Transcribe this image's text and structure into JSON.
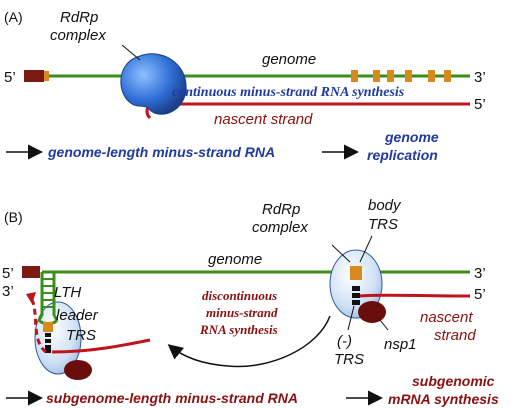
{
  "panel_a": {
    "label": "(A)",
    "rdrp": [
      "RdRp",
      "complex"
    ],
    "genome": "genome",
    "five_prime": "5’",
    "three_prime": "3’",
    "nascent_five_prime": "5’",
    "continuous": "continuous minus-strand RNA synthesis",
    "nascent": "nascent strand",
    "genome_length": "genome-length minus-strand RNA",
    "genome_replication": [
      "genome",
      "replication"
    ]
  },
  "panel_b": {
    "label": "(B)",
    "five_prime": "5’",
    "three_prime_left": "3’",
    "three_prime_right": "3’",
    "nascent_five_prime": "5’",
    "genome": "genome",
    "lth": "LTH",
    "leader_trs": [
      "leader",
      "TRS"
    ],
    "rdrp": [
      "RdRp",
      "complex"
    ],
    "body_trs": [
      "body",
      "TRS"
    ],
    "discontinuous": [
      "discontinuous",
      "minus-strand",
      "RNA synthesis"
    ],
    "minus_trs": [
      "(-)",
      "TRS"
    ],
    "nsp1": "nsp1",
    "nascent": [
      "nascent",
      "strand"
    ],
    "subgenome_length": "subgenome-length minus-strand RNA",
    "subgenomic": [
      "subgenomic",
      "mRNA synthesis"
    ]
  },
  "colors": {
    "genome": "#3a8f1a",
    "nascent": "#c0141c",
    "trs": "#d98a1c",
    "leader_cap": "#7a1a10",
    "rdrp_a": "#2f6fd6",
    "rdrp_b": "#cfe0f5",
    "nsp1": "#6a0d0d",
    "text_red": "#8b1010",
    "text_blue": "#1f3aa0"
  }
}
